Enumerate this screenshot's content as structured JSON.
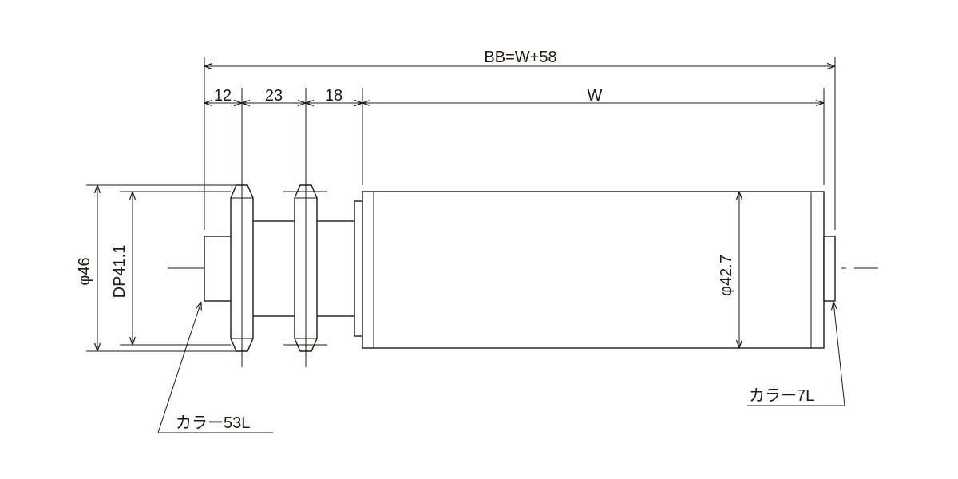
{
  "dimensions": {
    "overall": "BB=W+58",
    "seg_12": "12",
    "seg_23": "23",
    "seg_18": "18",
    "seg_w": "W",
    "dia_46": "φ46",
    "dp": "DP41.1",
    "dia_427": "φ42.7"
  },
  "callouts": {
    "collar_left": "カラー53L",
    "collar_right": "カラー7L"
  }
}
